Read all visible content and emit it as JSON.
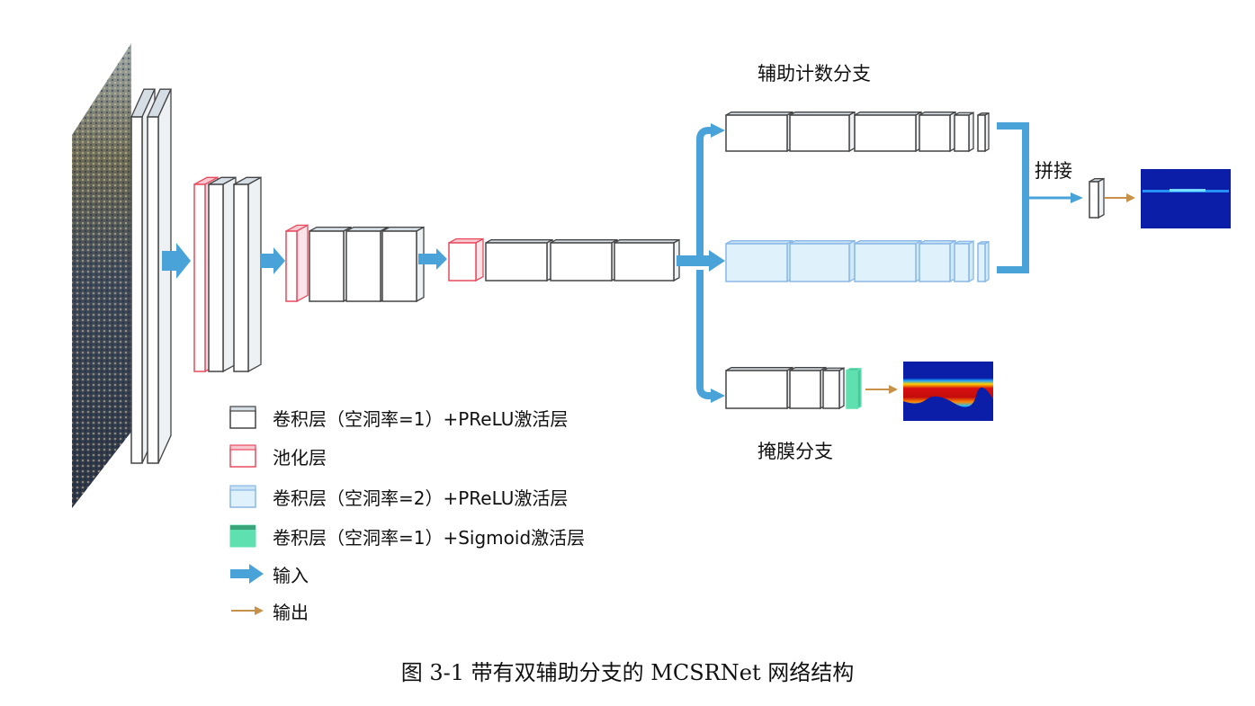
{
  "labels": {
    "aux_branch": "辅助计数分支",
    "concat": "拼接",
    "mask_branch": "掩膜分支"
  },
  "legend": [
    {
      "icon": "conv-dilation-1-icon",
      "text": "卷积层（空洞率=1）+PReLU激活层"
    },
    {
      "icon": "pooling-icon",
      "text": "池化层"
    },
    {
      "icon": "conv-dilation-2-icon",
      "text": "卷积层（空洞率=2）+PReLU激活层"
    },
    {
      "icon": "conv-sigmoid-icon",
      "text": "卷积层（空洞率=1）+Sigmoid激活层"
    },
    {
      "icon": "input-arrow-icon",
      "text": "输入"
    },
    {
      "icon": "output-arrow-icon",
      "text": "输出"
    }
  ],
  "caption": "图 3-1 带有双辅助分支的 MCSRNet 网络结构",
  "colors": {
    "conv_face": "#ffffff",
    "conv_top": "#d5dde5",
    "conv_border": "#444444",
    "pool_border": "#e84a5f",
    "dilated_face": "#dff2fb",
    "dilated_border": "#8ab8e6",
    "sigmoid_fill": "#5fe0b0",
    "sigmoid_border": "#3aa57a",
    "flow_arrow": "#4aa3d8",
    "output_arrow": "#c8914a",
    "heatmap_bg": "#0a1ea8"
  }
}
